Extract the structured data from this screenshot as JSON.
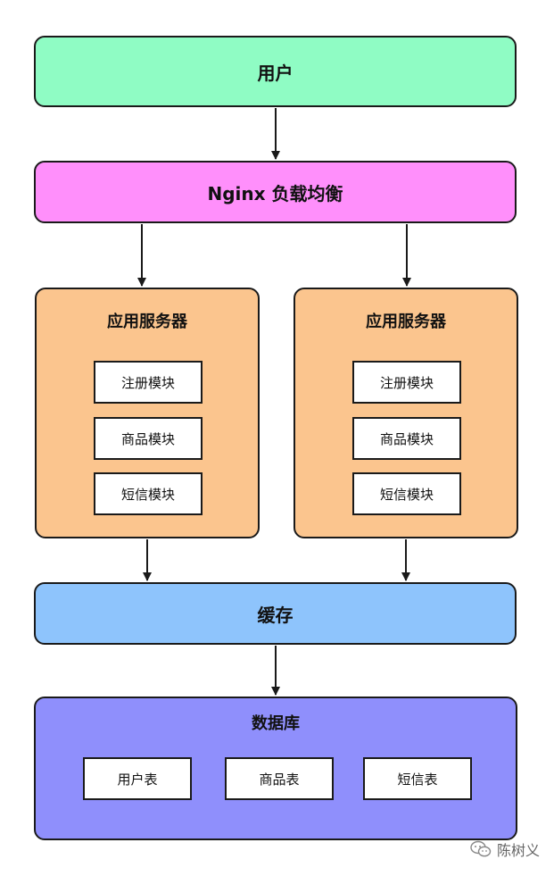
{
  "user": {
    "label": "用户",
    "color": "#8ffcc4"
  },
  "nginx": {
    "label": "Nginx 负载均衡",
    "color": "#ff8ffb"
  },
  "app_servers": [
    {
      "title": "应用服务器",
      "modules": [
        "注册模块",
        "商品模块",
        "短信模块"
      ]
    },
    {
      "title": "应用服务器",
      "modules": [
        "注册模块",
        "商品模块",
        "短信模块"
      ]
    }
  ],
  "app_server_color": "#fbc58e",
  "cache": {
    "label": "缓存",
    "color": "#8ec4fc"
  },
  "database": {
    "title": "数据库",
    "tables": [
      "用户表",
      "商品表",
      "短信表"
    ],
    "color": "#8f8ffc"
  },
  "watermark": {
    "text": "陈树义",
    "icon": "wechat-icon"
  }
}
